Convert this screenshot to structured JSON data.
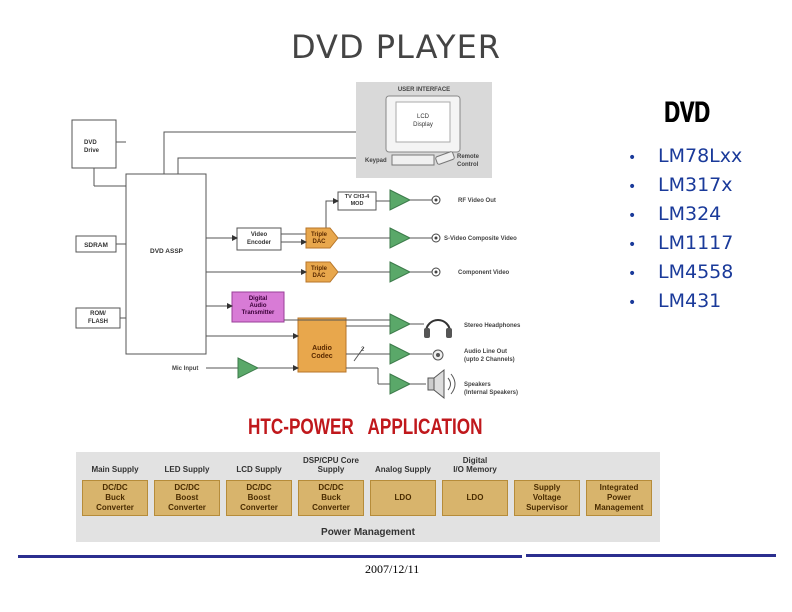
{
  "title": "DVD PLAYER",
  "side_label": "DVD",
  "parts": [
    "LM78Lxx",
    "LM317x",
    "LM324",
    "LM1117",
    "LM4558",
    "LM431"
  ],
  "bullet": "•",
  "diagram": {
    "user_interface": "USER INTERFACE",
    "lcd_display": "LCD\nDisplay",
    "keypad": "Keypad",
    "remote_control": "Remote\nControl",
    "dvd_drive": "DVD\nDrive",
    "sdram": "SDRAM",
    "rom_flash": "ROM/\nFLASH",
    "dvd_assp": "DVD ASSP",
    "video_encoder": "Video\nEncoder",
    "tv_mod": "TV CH3-4\nMOD",
    "triple_dac_1": "Triple\nDAC",
    "triple_dac_2": "Triple\nDAC",
    "digital_audio_tx": "Digital\nAudio\nTransmitter",
    "audio_codec": "Audio\nCodec",
    "mic_input": "Mic Input",
    "bus_width": "2",
    "outputs": {
      "rf_video": "RF Video Out",
      "s_video": "S-Video Composite Video",
      "component": "Component Video",
      "headphones": "Stereo Headphones",
      "line_out": "Audio Line Out\n(upto 2 Channels)",
      "speakers": "Speakers\n(Internal Speakers)"
    }
  },
  "htc_heading": "HTC-POWER   APPLICATION",
  "power_management": {
    "title": "Power Management",
    "columns": [
      {
        "caption": "Main Supply",
        "box": "DC/DC\nBuck\nConverter"
      },
      {
        "caption": "LED Supply",
        "box": "DC/DC\nBoost\nConverter"
      },
      {
        "caption": "LCD Supply",
        "box": "DC/DC\nBoost\nConverter"
      },
      {
        "caption": "DSP/CPU Core\nSupply",
        "box": "DC/DC\nBuck\nConverter"
      },
      {
        "caption": "Analog Supply",
        "box": "LDO"
      },
      {
        "caption": "Digital\nI/O Memory",
        "box": "LDO"
      },
      {
        "caption": "",
        "box": "Supply\nVoltage\nSupervisor"
      },
      {
        "caption": "",
        "box": "Integrated\nPower\nManagement"
      }
    ]
  },
  "colors": {
    "amp_green": "#5aa869",
    "dac_orange": "#e8a74c",
    "dat_pink": "#d87bd6",
    "codec_orange": "#e8a74c",
    "pm_box": "#d8b46c",
    "rule_blue": "#2b2f8f",
    "heading_red": "#c0181c",
    "parts_blue": "#1a3a9a"
  },
  "date": "2007/12/11"
}
